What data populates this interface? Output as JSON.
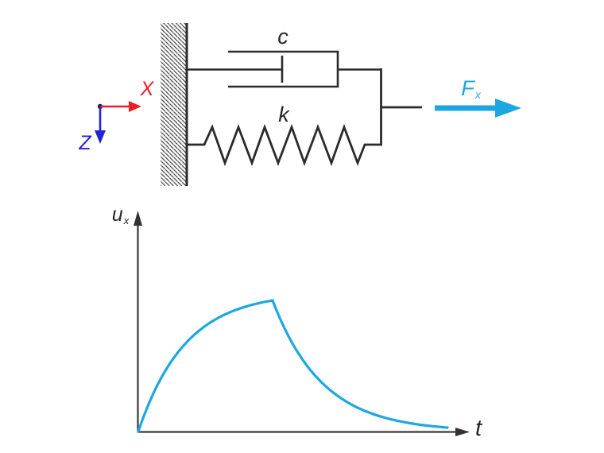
{
  "figure": {
    "description": "Kelvin-Voigt viscoelastic model: damper c and spring k in parallel between a fixed wall and a rigid bar loaded by force Fx, with creep-recovery displacement response graph below",
    "colors": {
      "line": "#2b2b2b",
      "axis": "#3a3a3a",
      "accent_cyan": "#1da7e0",
      "accent_red": "#ee1c25",
      "accent_blue": "#2424d6",
      "background": "#ffffff"
    }
  },
  "coordinate_system": {
    "x_axis_label": "X",
    "z_axis_label": "Z"
  },
  "model": {
    "damper_label": "c",
    "spring_label": "k",
    "spring_coils": 6,
    "wall": "hatched fixed support on left"
  },
  "force": {
    "label_main": "F",
    "label_sub": "x",
    "direction": "right"
  },
  "graph": {
    "y_axis_label_main": "u",
    "y_axis_label_sub": "x",
    "x_axis_label": "t",
    "curve_color": "#1da7e0",
    "curve": {
      "type": "creep-recovery",
      "rise_rate": 2.85,
      "decay_rate": 3.5,
      "peak_fraction_of_x_range": 0.435,
      "peak_fraction_of_y_range": 0.6,
      "description": "exponential creep rise to a sharp peak, then exponential recovery decay toward zero"
    }
  },
  "chart_data": {
    "type": "line",
    "title": "",
    "xlabel": "t",
    "ylabel": "u_x",
    "grid": false,
    "legend": "none",
    "series": [
      {
        "name": "u_x(t)",
        "qualitative_points_normalized": [
          [
            0.0,
            0.0
          ],
          [
            0.1,
            0.25
          ],
          [
            0.2,
            0.43
          ],
          [
            0.3,
            0.57
          ],
          [
            0.435,
            0.6
          ],
          [
            0.5,
            0.4
          ],
          [
            0.6,
            0.22
          ],
          [
            0.7,
            0.12
          ],
          [
            0.85,
            0.05
          ],
          [
            1.0,
            0.03
          ]
        ]
      }
    ]
  }
}
